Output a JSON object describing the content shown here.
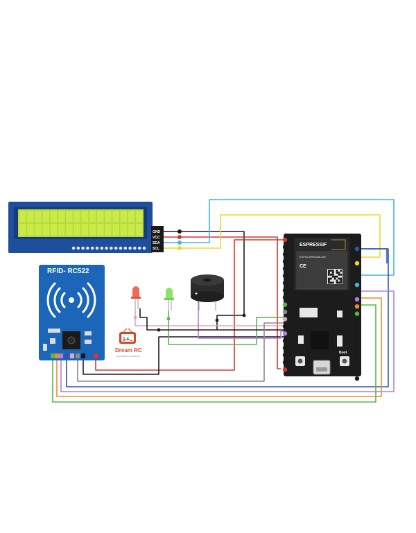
{
  "lcd": {
    "pin_labels": [
      "GND",
      "VCC",
      "SDA",
      "SCL"
    ]
  },
  "rfid": {
    "title": "RFID- RC522"
  },
  "logo": {
    "name": "Dream RC",
    "tagline": "ELECTRONICS & ROBOTICS"
  },
  "esp32": {
    "brand": "ESPRESSIF",
    "module_model": "ESP32-WROOM-32E",
    "ce_mark": "CE",
    "boot_label": "Boot"
  },
  "buzzer": {
    "polarity_mark": "+"
  },
  "colors": {
    "lcd_board": "#1e4e9c",
    "lcd_screen": "#b4d93a",
    "rfid_board": "#1b66b8",
    "esp32_board": "#1c1c1c",
    "wire_red": "#d9352b",
    "wire_black": "#1a1a1a",
    "wire_yellow": "#f2d530",
    "wire_cyan": "#3fb7d6",
    "wire_blue": "#2a55b8",
    "wire_purple": "#b07fd6",
    "wire_green": "#53b84a",
    "wire_orange": "#f08a2a",
    "wire_gray": "#8a8a8a",
    "wire_pink": "#e3a7b8"
  },
  "icons": [
    "nfc-waves-icon",
    "camera-logo-icon"
  ]
}
